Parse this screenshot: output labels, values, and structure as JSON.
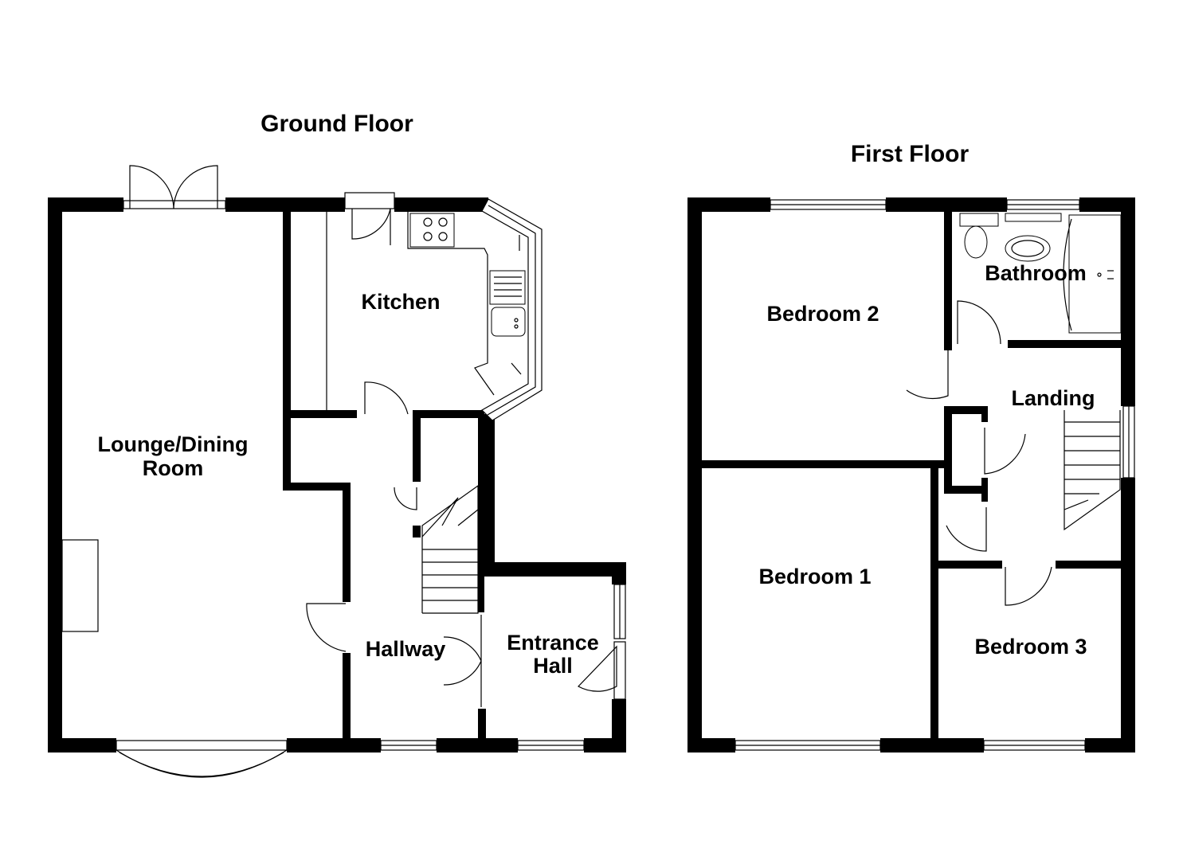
{
  "floors": {
    "ground": {
      "title": "Ground Floor",
      "rooms": {
        "lounge_line1": "Lounge/Dining",
        "lounge_line2": "Room",
        "kitchen": "Kitchen",
        "hallway": "Hallway",
        "entrance_line1": "Entrance",
        "entrance_line2": "Hall"
      }
    },
    "first": {
      "title": "First Floor",
      "rooms": {
        "bedroom2": "Bedroom 2",
        "bathroom": "Bathroom",
        "landing": "Landing",
        "bedroom1": "Bedroom 1",
        "bedroom3": "Bedroom 3"
      }
    }
  },
  "colors": {
    "wall": "#000000",
    "background": "#ffffff"
  }
}
